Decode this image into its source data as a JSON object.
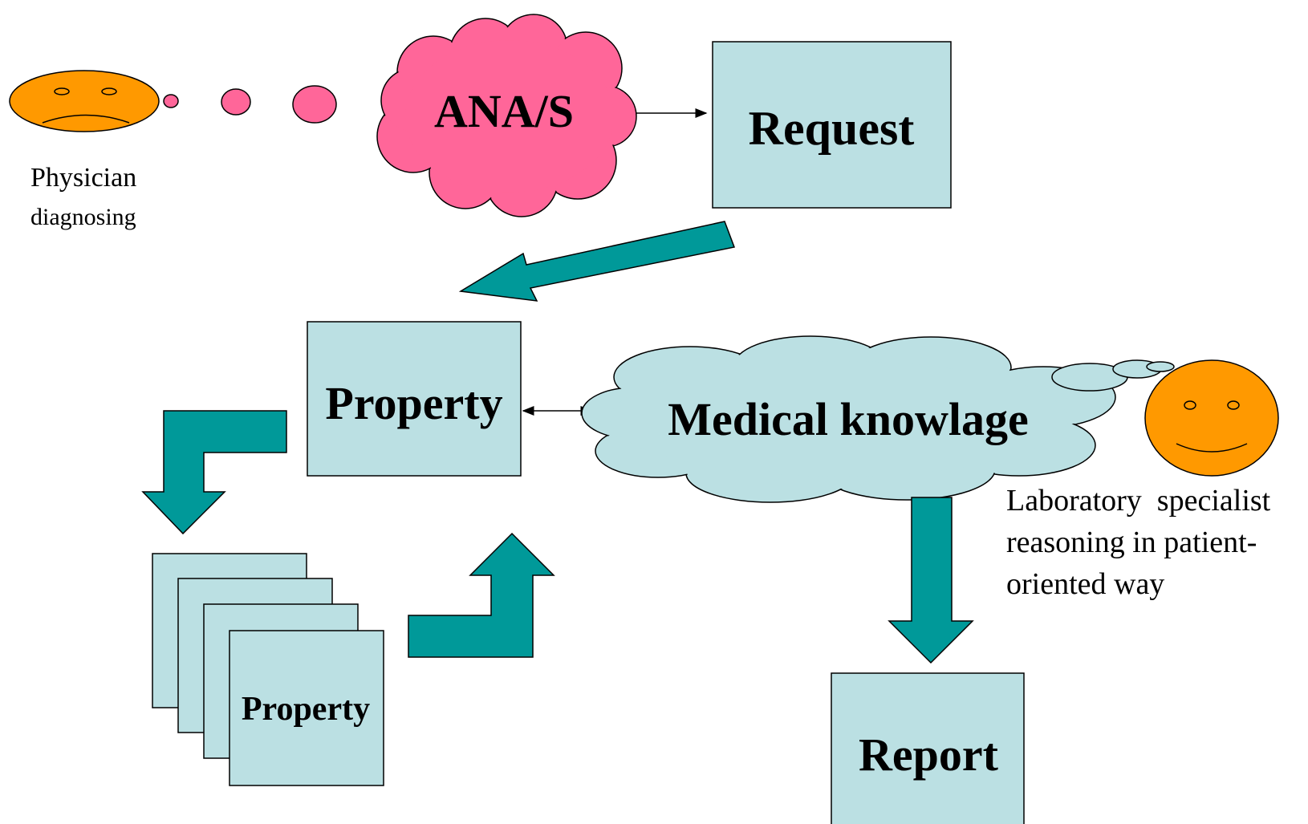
{
  "diagram": {
    "physician": {
      "label_line1": "Physician",
      "label_line2": "diagnosing",
      "face_color": "#FF9900",
      "expression": "frown"
    },
    "thought_cloud": {
      "label": "ANA/S",
      "color": "#FF6699"
    },
    "request_box": {
      "label": "Request"
    },
    "property_box": {
      "label": "Property"
    },
    "property_stack": {
      "label": "Property",
      "page_count": 4
    },
    "knowledge_cloud": {
      "label": "Medical knowlage",
      "color": "#BBE0E3"
    },
    "specialist": {
      "label_line1": "Laboratory  specialist",
      "label_line2": "reasoning in patient-",
      "label_line3": "oriented way",
      "face_color": "#FF9900",
      "expression": "smile"
    },
    "report_box": {
      "label": "Report"
    },
    "colors": {
      "box_fill": "#BBE0E3",
      "arrow_fill": "#009999",
      "outline": "#000000"
    }
  }
}
